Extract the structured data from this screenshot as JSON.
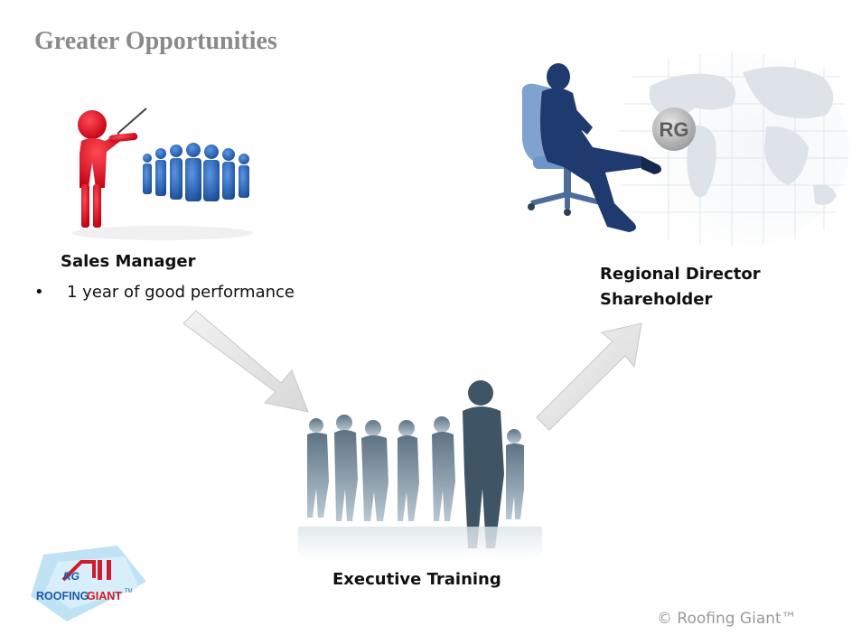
{
  "slide": {
    "title": "Greater Opportunities",
    "sales_manager": {
      "heading": "Sales Manager",
      "bullets": [
        "1 year of good performance"
      ]
    },
    "executive_training": {
      "heading": "Executive Training"
    },
    "regional_director": {
      "line1": "Regional Director",
      "line2": "Shareholder"
    },
    "badge_text": "RG",
    "logo": {
      "mark_text": "RG",
      "wordmark": "ROOFINGGIANT",
      "wordmark_part1": "ROOFING",
      "wordmark_part2": "GIANT",
      "tm": "TM"
    },
    "copyright": "© Roofing Giant™"
  },
  "colors": {
    "title": "#8a8a8a",
    "presenter": "#e01020",
    "audience": "#2f6fc4",
    "executive": "#1f3a6e",
    "chair": "#6f95c8",
    "arrow": "#dcdcdc",
    "silhouettes": "#6f8596",
    "logo_red": "#d11a2a",
    "logo_blue": "#1f58a8"
  },
  "icons": [
    "presenter-icon",
    "audience-icon",
    "executive-chair-icon",
    "world-map-icon",
    "team-silhouettes-icon",
    "arrow-down-right-icon",
    "arrow-up-right-icon",
    "roofing-giant-logo"
  ]
}
